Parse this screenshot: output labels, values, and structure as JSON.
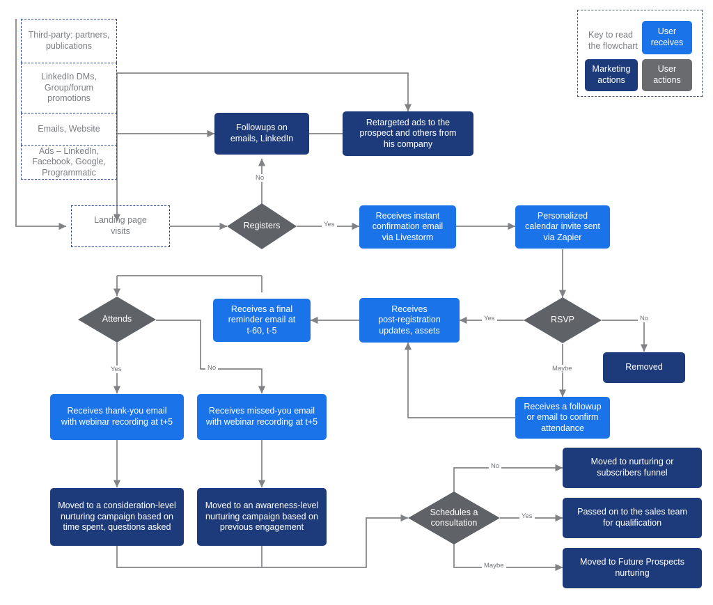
{
  "legend": {
    "title": "Key to read\nthe flowchart",
    "chips": [
      {
        "label": "User\nreceives",
        "color": "#1a73e8"
      },
      {
        "label": "Marketing\nactions",
        "color": "#1d3a7a"
      },
      {
        "label": "User\nactions",
        "color": "#696b6f"
      }
    ]
  },
  "sources": [
    {
      "label": "Third-party: partners,\npublications"
    },
    {
      "label": "LinkedIn DMs,\nGroup/forum\npromotions"
    },
    {
      "label": "Emails, Website"
    },
    {
      "label": "Ads – LinkedIn,\nFacebook, Google,\nProgrammatic"
    }
  ],
  "nodes": {
    "followups": "Followups on\nemails, LinkedIn",
    "retargeted": "Retargeted ads to the\nprospect and others from\nhis company",
    "landing_page": "Landing page\nvisits",
    "registers": "Registers",
    "confirmation_email": "Receives instant\nconfirmation email\nvia Livestorm",
    "calendar_invite": "Personalized\ncalendar invite sent\nvia Zapier",
    "attends": "Attends",
    "final_reminder": "Receives a final\nreminder email at\nt-60, t-5",
    "post_registration": "Receives\npost-registration\nupdates, assets",
    "rsvp": "RSVP",
    "removed": "Removed",
    "followup_confirm": "Receives a followup\nor email to confirm\nattendance",
    "thank_you": "Receives thank-you email\nwith webinar recording at t+5",
    "missed_you": "Receives missed-you email\nwith webinar recording at t+5",
    "consideration": "Moved to a consideration-level\nnurturing campaign based on\ntime spent, questions asked",
    "awareness": "Moved to an awareness-level\nnurturing campaign based on\nprevious engagement",
    "schedules": "Schedules a\nconsultation",
    "nurturing_funnel": "Moved to nurturing or\nsubscribers funnel",
    "sales_team": "Passed on to the sales team\nfor qualification",
    "future_prospects": "Moved to Future Prospects\nnurturing"
  },
  "edge_labels": {
    "registers_no": "No",
    "registers_yes": "Yes",
    "attends_yes": "Yes",
    "attends_no": "No",
    "rsvp_yes": "Yes",
    "rsvp_no": "No",
    "rsvp_maybe": "Maybe",
    "schedules_no": "No",
    "schedules_yes": "Yes",
    "schedules_maybe": "Maybe"
  },
  "colors": {
    "user_receives": "#1a73e8",
    "marketing_actions": "#1d3a7a",
    "user_actions": "#696b6f",
    "connector": "#808285",
    "dashed_border": "#2b4a9b",
    "muted_text": "#7a7d82",
    "background": "#ffffff"
  }
}
